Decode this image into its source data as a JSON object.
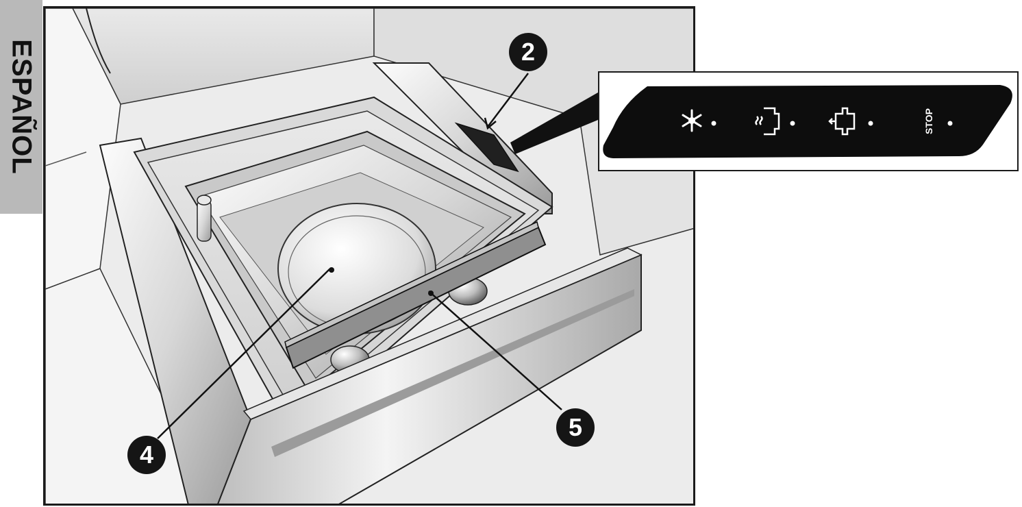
{
  "side_tab": {
    "label": "ESPAÑOL"
  },
  "callouts": [
    {
      "label": "2"
    },
    {
      "label": "4"
    },
    {
      "label": "5"
    }
  ],
  "control_panel": {
    "buttons": [
      {
        "icon": "snowflake-icon"
      },
      {
        "icon": "steam-icon"
      },
      {
        "icon": "circulation-icon"
      },
      {
        "icon": "stop-icon",
        "label": "STOP"
      }
    ]
  },
  "colors": {
    "callout_fill": "#151515",
    "panel_fill": "#0d0d0d",
    "side_tab_fill": "#b9b9b9"
  }
}
